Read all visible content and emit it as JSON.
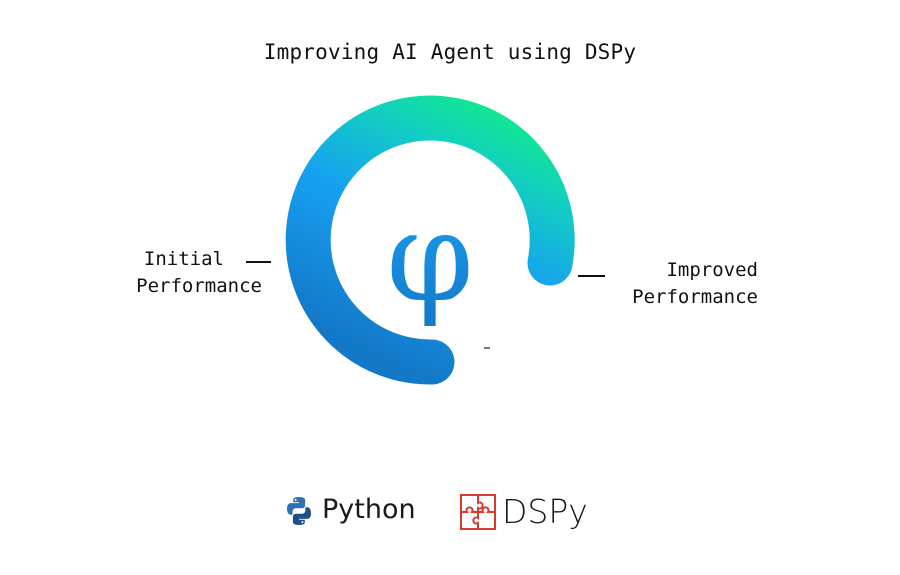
{
  "title": "Improving AI Agent using DSPy",
  "labels": {
    "initial_line1": "Initial",
    "initial_line2": "Performance",
    "improved_line1": "Improved",
    "improved_line2": "Performance"
  },
  "center_symbol": "φ",
  "logos": {
    "python_text": "Python",
    "dspy_text": "DSPy"
  },
  "icons": {
    "python": "python-logo-icon",
    "dspy": "puzzle-pieces-icon"
  },
  "colors": {
    "arc_start": "#1478C8",
    "arc_mid": "#169EF0",
    "arc_end": "#14E68C",
    "phi": "#1888D8",
    "dspy_red": "#D93A2B",
    "python_blue": "#2B6CB0"
  }
}
